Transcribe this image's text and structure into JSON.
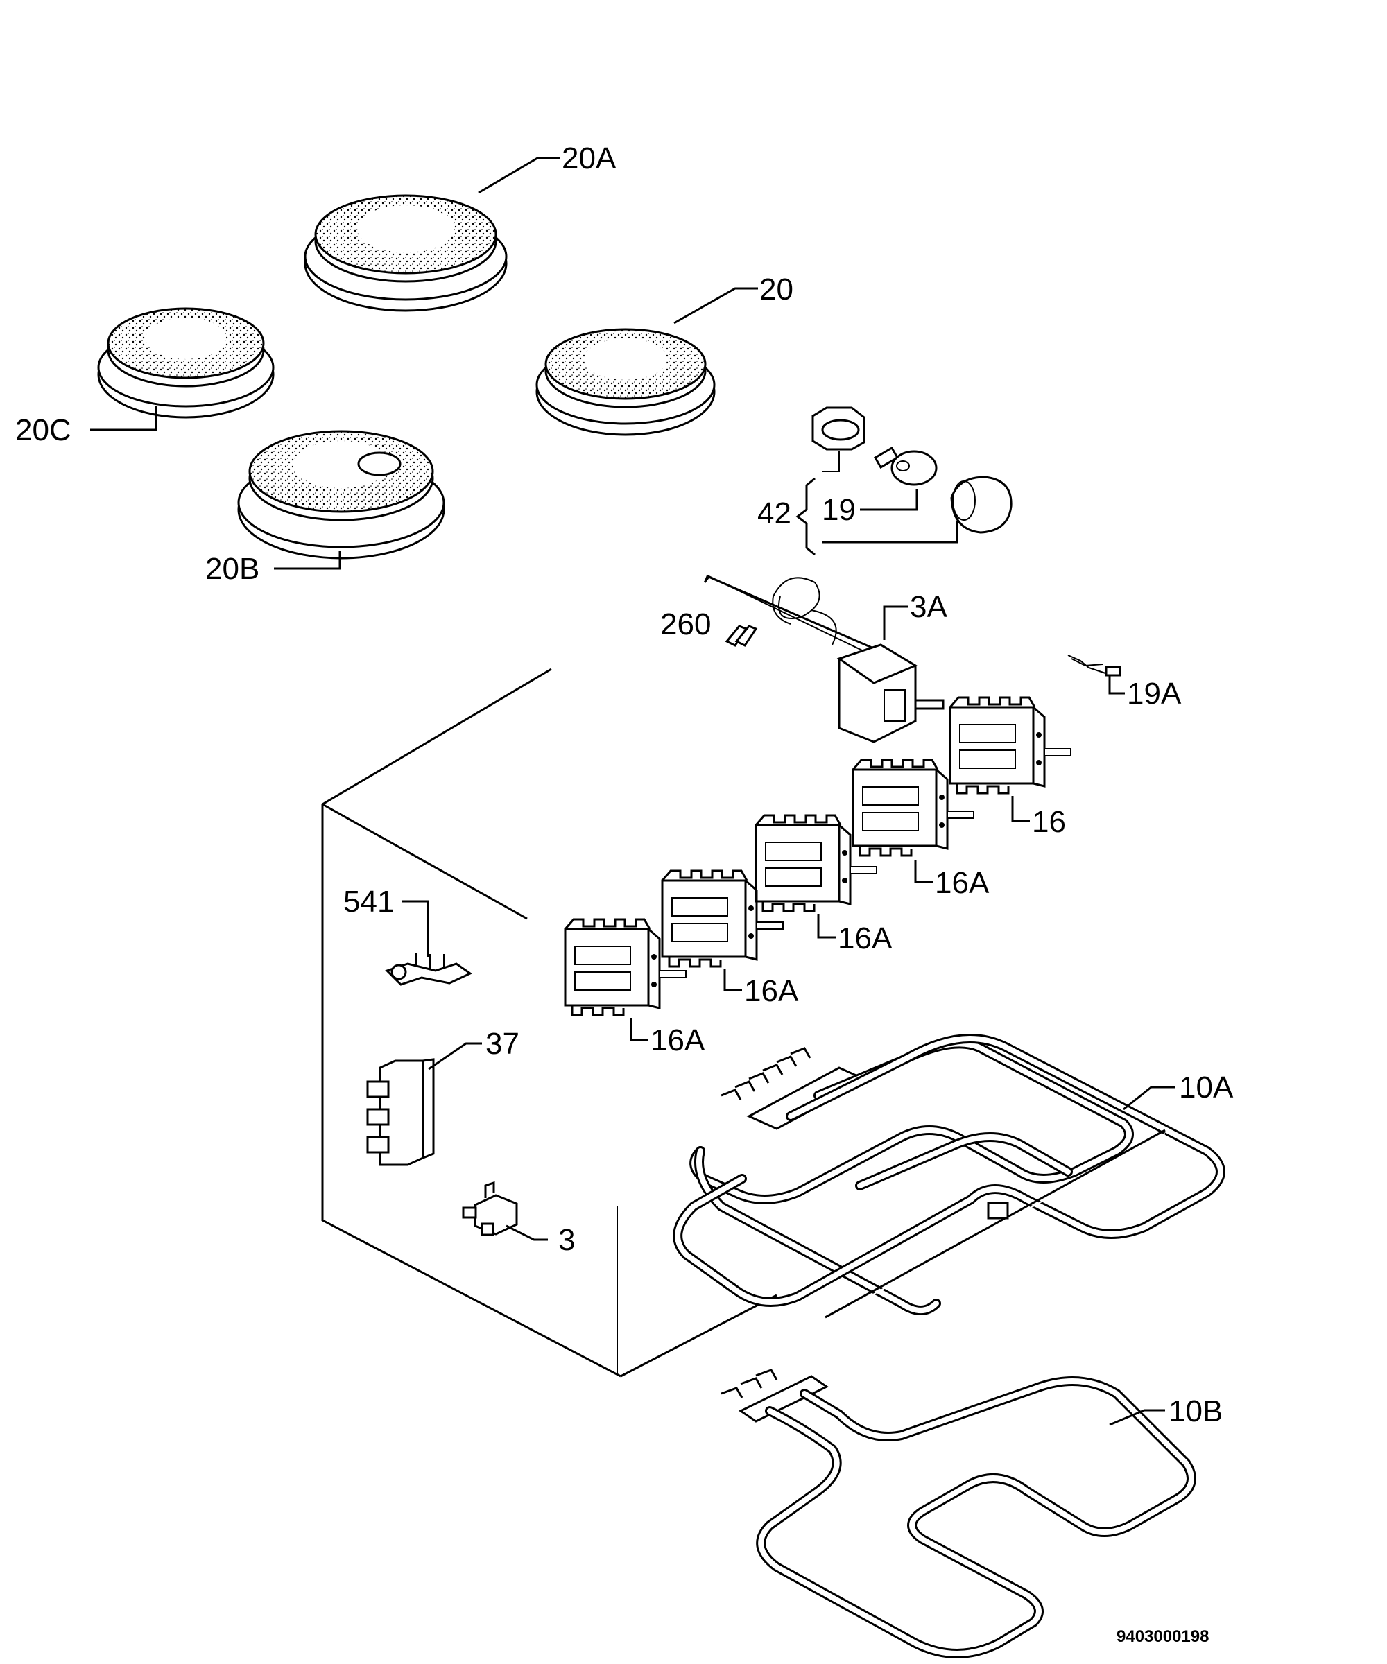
{
  "diagram": {
    "reference_number": "9403000198",
    "labels": {
      "l20A": "20A",
      "l20": "20",
      "l20C": "20C",
      "l20B": "20B",
      "l42": "42",
      "l19": "19",
      "l3A": "3A",
      "l260": "260",
      "l19A": "19A",
      "l16": "16",
      "l16A_1": "16A",
      "l16A_2": "16A",
      "l16A_3": "16A",
      "l16A_4": "16A",
      "l541": "541",
      "l37": "37",
      "l3": "3",
      "l10A": "10A",
      "l10B": "10B"
    }
  }
}
